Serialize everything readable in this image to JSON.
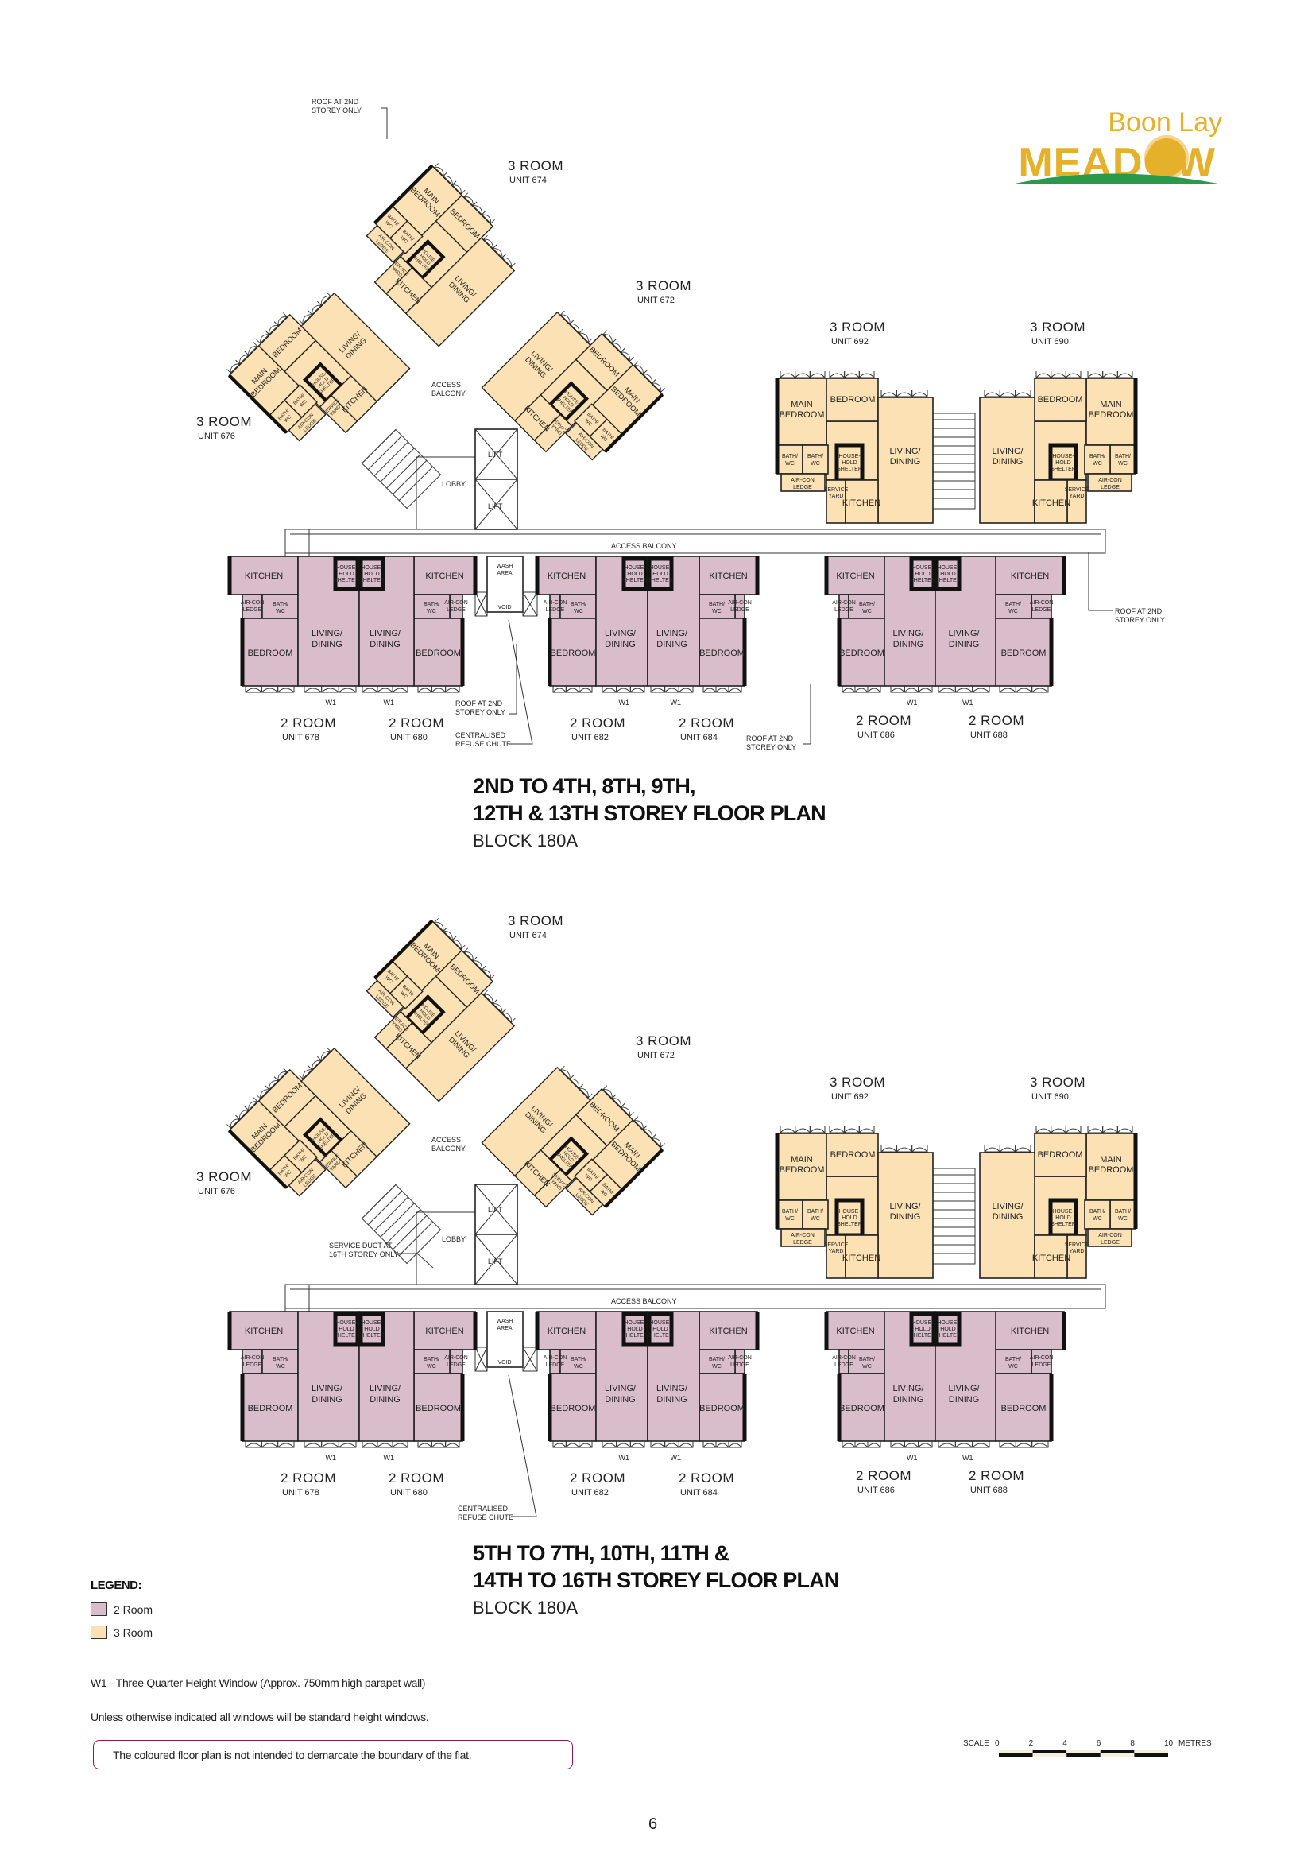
{
  "logo": {
    "line1": "Boon Lay",
    "line2": "MEADOW",
    "text_color": "#e5b12b",
    "hill_color": "#2a9a4a"
  },
  "colors": {
    "two_room": "#d9bdca",
    "three_room": "#fbe1b3"
  },
  "room_names": {
    "kitchen": "KITCHEN",
    "bedroom": "BEDROOM",
    "main": "MAIN",
    "living": "LIVING/",
    "dining": "DINING",
    "bath": "BATH/",
    "wc": "WC",
    "house": "HOUSE-",
    "hold": "HOLD",
    "shelter": "SHELTER",
    "aircon": "AIR-CON",
    "ledge": "LEDGE",
    "service": "SERVICE",
    "yard": "YARD",
    "void": "VOID"
  },
  "plans": [
    {
      "title_line1": "2ND TO 4TH, 8TH, 9TH,",
      "title_line2": "12TH & 13TH STOREY FLOOR PLAN",
      "block": "BLOCK 180A",
      "units": [
        {
          "type": "3 ROOM",
          "unit": "UNIT 674"
        },
        {
          "type": "3 ROOM",
          "unit": "UNIT 672"
        },
        {
          "type": "3 ROOM",
          "unit": "UNIT 676"
        },
        {
          "type": "3 ROOM",
          "unit": "UNIT 692"
        },
        {
          "type": "3 ROOM",
          "unit": "UNIT 690"
        },
        {
          "type": "2 ROOM",
          "unit": "UNIT 678"
        },
        {
          "type": "2 ROOM",
          "unit": "UNIT 680"
        },
        {
          "type": "2 ROOM",
          "unit": "UNIT 682"
        },
        {
          "type": "2 ROOM",
          "unit": "UNIT 684"
        },
        {
          "type": "2 ROOM",
          "unit": "UNIT 686"
        },
        {
          "type": "2 ROOM",
          "unit": "UNIT 688"
        }
      ],
      "annotations": {
        "roof_a": "ROOF AT 2ND",
        "roof_b": "STOREY ONLY",
        "access_balcony": "ACCESS BALCONY",
        "access": "ACCESS",
        "balcony": "BALCONY",
        "lobby": "LOBBY",
        "lift": "LIFT",
        "wash": "WASH",
        "area": "AREA",
        "refuse_a": "CENTRALISED",
        "refuse_b": "REFUSE CHUTE",
        "w1": "W1"
      }
    },
    {
      "title_line1": "5TH TO 7TH, 10TH, 11TH &",
      "title_line2": "14TH TO 16TH STOREY FLOOR PLAN",
      "block": "BLOCK 180A",
      "units": [
        {
          "type": "3 ROOM",
          "unit": "UNIT 674"
        },
        {
          "type": "3 ROOM",
          "unit": "UNIT 672"
        },
        {
          "type": "3 ROOM",
          "unit": "UNIT 676"
        },
        {
          "type": "3 ROOM",
          "unit": "UNIT 692"
        },
        {
          "type": "3 ROOM",
          "unit": "UNIT 690"
        },
        {
          "type": "2 ROOM",
          "unit": "UNIT 678"
        },
        {
          "type": "2 ROOM",
          "unit": "UNIT 680"
        },
        {
          "type": "2 ROOM",
          "unit": "UNIT 682"
        },
        {
          "type": "2 ROOM",
          "unit": "UNIT 684"
        },
        {
          "type": "2 ROOM",
          "unit": "UNIT 686"
        },
        {
          "type": "2 ROOM",
          "unit": "UNIT 688"
        }
      ],
      "annotations": {
        "service_a": "SERVICE DUCT AT",
        "service_b": "16TH STOREY ONLY",
        "access_balcony": "ACCESS BALCONY",
        "access": "ACCESS",
        "balcony": "BALCONY",
        "lobby": "LOBBY",
        "lift": "LIFT",
        "wash": "WASH",
        "area": "AREA",
        "refuse_a": "CENTRALISED",
        "refuse_b": "REFUSE CHUTE",
        "w1": "W1"
      }
    }
  ],
  "legend": {
    "title": "LEGEND:",
    "items": [
      {
        "label": "2 Room",
        "color": "#d9bdca"
      },
      {
        "label": "3 Room",
        "color": "#fbe1b3"
      }
    ]
  },
  "notes": {
    "w1": "W1  -  Three Quarter Height Window (Approx. 750mm high parapet wall)",
    "windows": "Unless otherwise indicated all windows will be standard height windows.",
    "disclaimer": "The coloured floor plan is not intended to demarcate the boundary of the flat."
  },
  "scale": {
    "label": "SCALE",
    "ticks": [
      "0",
      "2",
      "4",
      "6",
      "8",
      "10"
    ],
    "unit": "METRES"
  },
  "page_number": "6"
}
